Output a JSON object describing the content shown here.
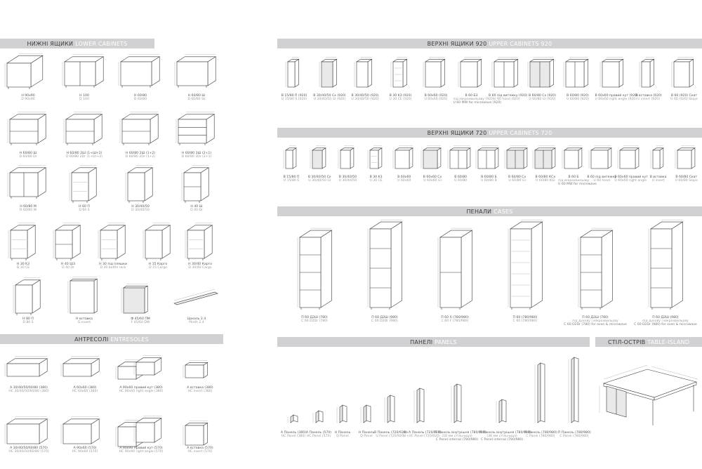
{
  "lower": {
    "title_ua": "НИЖНІ ЯЩИКИ",
    "title_en": "LOWER CABINETS",
    "items": [
      {
        "ua": "H 90x90",
        "en": "D 90x90"
      },
      {
        "ua": "H 100",
        "en": "D 100"
      },
      {
        "ua": "H 60/80",
        "en": "D 60/80"
      },
      {
        "ua": "H 60/80 Ш",
        "en": "D 60/80 Sk"
      },
      {
        "ua": "H 60/80 Ш",
        "en": "D 60/80 Dr"
      },
      {
        "ua": "H 60/80 2Ш (1+Ш+2)",
        "en": "D 60/80 2Dr (1+Dr+2)"
      },
      {
        "ua": "H 60/80 2Ш (1+2)",
        "en": "D 60/80 2Dr (1+2)"
      },
      {
        "ua": "H 60/80 3Ш (2+1)",
        "en": "D 60/80 3Dr (2+1)"
      },
      {
        "ua": "H 60/80 M",
        "en": "D 60/80 W"
      },
      {
        "ua": "H 60 П",
        "en": "D 60 S"
      },
      {
        "ua": "H 30/40/50",
        "en": "D 30/40/50"
      },
      {
        "ua": "H 40 Ш",
        "en": "D 40 Dr"
      },
      {
        "ua": "H 30 K3",
        "en": "D 30 CE"
      },
      {
        "ua": "H 40 Ш3",
        "en": "D 40 Dr"
      },
      {
        "ua": "H 30 під пляшки",
        "en": "D 30 bottle rack"
      },
      {
        "ua": "H 15 Карго",
        "en": "D 15 Cargo"
      },
      {
        "ua": "H 30/40 Карго",
        "en": "D 30/40 Cargo"
      },
      {
        "ua": "H 80 П",
        "en": "D 80 S"
      },
      {
        "ua": "H вставка",
        "en": "D insert"
      },
      {
        "ua": "Ф 45/60 ПМ",
        "en": "F 45/60 DW"
      },
      {
        "ua": "Цоколь 2.4",
        "en": "Plinth 2.4"
      }
    ]
  },
  "entresoles": {
    "title_ua": "АНТРЕСОЛІ",
    "title_en": "ENTRESOLES",
    "items": [
      {
        "ua": "A 30/40/50/60/80 (380)",
        "en": "HC 30/40/50/60/80 (380)"
      },
      {
        "ua": "A 60x60 (380)",
        "en": "HC 60x60 (380)"
      },
      {
        "ua": "A 90x60 правий кут (380)",
        "en": "HC 90x60 right angle (380)"
      },
      {
        "ua": "A вставка (380)",
        "en": "HC insert (380)"
      },
      {
        "ua": "A 30/40/50/60/80 (570)",
        "en": "HC 30/40/50/60/80 (570)"
      },
      {
        "ua": "A 90x60 (570)",
        "en": "HC 90x60 (570)"
      },
      {
        "ua": "A 90x90 правий кут (570)",
        "en": "HC 90x90 right angle (570)"
      },
      {
        "ua": "A вставка (570)",
        "en": "HC insert (570)"
      }
    ]
  },
  "upper920": {
    "title_ua": "ВЕРХНІ ЯЩИКИ 920",
    "title_en": "UPPER CABINETS 920",
    "items": [
      {
        "ua": "В 15/80 П (920)",
        "en": "U 15/80 S (920)"
      },
      {
        "ua": "В 30/40/50 Сх (920)",
        "en": "U 30/40/50 Gl (920)"
      },
      {
        "ua": "В 30/40/50 (920)",
        "en": "U 30/40/50 (920)"
      },
      {
        "ua": "В 30 K3 (920)",
        "en": "U 30 CE (920)"
      },
      {
        "ua": "В 60x60 (920)",
        "en": "U 60x60 (920)"
      },
      {
        "ua": "В 60 Б3",
        "en": "під мікрохвильову (920)",
        "x": "U 60 MW for microwave (920)"
      },
      {
        "ua": "В 60 під витяжку (920)",
        "en": "U 60 hood (920)"
      },
      {
        "ua": "В 60/80 Сх (920)",
        "en": "U 60/80 Gl (920)"
      },
      {
        "ua": "В 60/80 (920)",
        "en": "U 60/80 (920)"
      },
      {
        "ua": "В 60x60 правий кут (920)",
        "en": "U 60x60 right angle (920)"
      },
      {
        "ua": "В вставка (920)",
        "en": "U insert (920)"
      },
      {
        "ua": "В 60 (920) Скат",
        "en": "U 60 (920) Slope"
      }
    ]
  },
  "upper720": {
    "title_ua": "ВЕРХНІ ЯЩИКИ 720",
    "title_en": "UPPER CABINETS 720",
    "items": [
      {
        "ua": "В 15/80 П",
        "en": "U 15/80 S"
      },
      {
        "ua": "В 30/40/50 Сх",
        "en": "U 30/40/50 Gl"
      },
      {
        "ua": "В 30/40/50",
        "en": "U 30/40/50"
      },
      {
        "ua": "В 30 K3",
        "en": "U 30 CE"
      },
      {
        "ua": "В 60x60",
        "en": "U 60x60"
      },
      {
        "ua": "В 60x60 Сх",
        "en": "U 60x60 Gl"
      },
      {
        "ua": "В 60/80",
        "en": "U 60/80"
      },
      {
        "ua": "В 60/80 Б",
        "en": "U 60/80 B"
      },
      {
        "ua": "В 60/80 Сх",
        "en": "U 60/80 Gl"
      },
      {
        "ua": "В 60/80 КСх",
        "en": "U 60/80 KGl"
      },
      {
        "ua": "В 60 Б",
        "en": "під мікрохвильову",
        "x": "U 60 MW for microwave"
      },
      {
        "ua": "В 60 під витяжку",
        "en": "U 60 hood"
      },
      {
        "ua": "В 60x60 правий кут",
        "en": "U 60x60 right angle"
      },
      {
        "ua": "В вставка",
        "en": "U insert"
      },
      {
        "ua": "В 60/80 Скат",
        "en": "U 60/80 Slope"
      }
    ]
  },
  "cases": {
    "title_ua": "ПЕНАЛИ",
    "title_en": "CASES",
    "items": [
      {
        "ua": "П 60 Д2Ш (780)",
        "en": "C 60 D2Dr (780)"
      },
      {
        "ua": "П 60 Д2Ш (980)",
        "en": "C 60 D2Dr (980)"
      },
      {
        "ua": "П 60 Х (780/980)",
        "en": "C 60 F (780/980)"
      },
      {
        "ua": "П 60 (780/980)",
        "en": "C 60 (780/980)"
      },
      {
        "ua": "П 60 Д2Ш (780)",
        "en": "під духову і мікрохвильову",
        "x": "C 60 D2Dr (780) for oven & microwave"
      },
      {
        "ua": "П 60 Д2Ш (980)",
        "en": "під духову і мікрохвильову",
        "x": "C 60 D2Dr (980) for oven & microwave"
      }
    ]
  },
  "panels": {
    "title_ua": "ПАНЕЛІ",
    "title_en": "PANELS",
    "items": [
      {
        "ua": "А Панель (380)",
        "en": "HC Panel (380)"
      },
      {
        "ua": "А Панель (570)",
        "en": "HC Panel (570)"
      },
      {
        "ua": "Н Панель",
        "en": "D Panel"
      },
      {
        "ua": "Н Панель",
        "en": "D Panel"
      },
      {
        "ua": "В Панель (720/920)",
        "en": "U Panel (720/920)"
      },
      {
        "ua": "В+А Панель (720/920)",
        "en": "U+HC Panel (720/920)"
      },
      {
        "ua": "П Панель внутрішня (780/980)",
        "en": "(18 мм стільниця)",
        "x": "C Panel internal (780/980)"
      },
      {
        "ua": "П Панель внутрішня (780/980)",
        "en": "(38 мм стільниця)",
        "x": "C Panel internal (780/980)"
      },
      {
        "ua": "П Панель (780/980)",
        "en": "C Panel (780/980)"
      },
      {
        "ua": "П Панель (780/980)",
        "en": "C Panel (780/980)"
      }
    ]
  },
  "island": {
    "title_ua": "СТІЛ-ОСТРІВ",
    "title_en": "TABLE-ISLAND"
  }
}
